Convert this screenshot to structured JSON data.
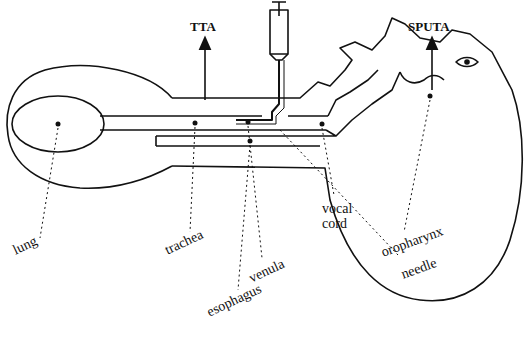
{
  "diagram": {
    "labels": [
      "TTA",
      "SPUTA",
      "lung",
      "trachea",
      "esophagus",
      "venula",
      "vocal cord",
      "oropharynx",
      "needle"
    ]
  }
}
